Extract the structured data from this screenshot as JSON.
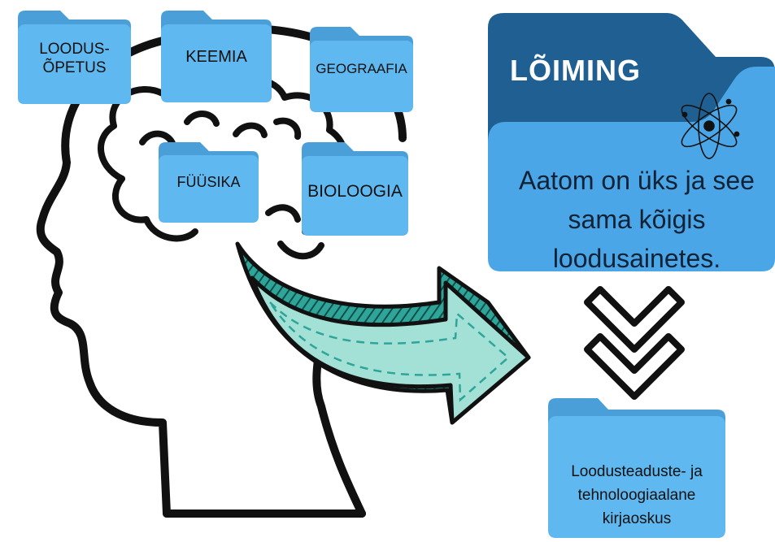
{
  "folders": [
    {
      "label": "LOODUS-\nÕPETUS"
    },
    {
      "label": "KEEMIA"
    },
    {
      "label": "GEOGRAAFIA"
    },
    {
      "label": "FÜÜSIKA"
    },
    {
      "label": "BIOLOOGIA"
    }
  ],
  "integration": {
    "title": "LÕIMING",
    "text": "Aatom on üks ja see sama kõigis loodusainetes."
  },
  "result": {
    "text": "Loodusteaduste- ja tehnoloogiaalane kirjaoskus"
  },
  "colors": {
    "folder_light": "#5fb8f0",
    "folder_tab": "#4a9fd8",
    "big_folder_dark": "#1f5f91",
    "big_folder_light": "#4aa6e6",
    "arrow_fill": "#a3e0d6",
    "arrow_side": "#2fa59a",
    "outline": "#111111"
  },
  "icons": [
    "head-silhouette-icon",
    "brain-icon",
    "curved-arrow-icon",
    "atom-icon",
    "double-chevron-down-icon"
  ]
}
